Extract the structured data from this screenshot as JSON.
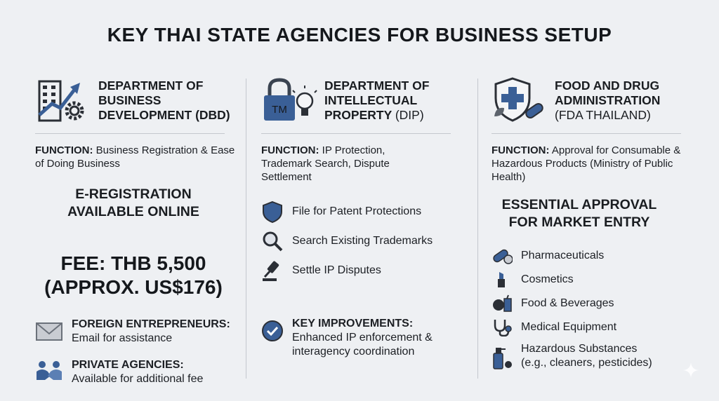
{
  "title": "KEY THAI STATE AGENCIES FOR BUSINESS SETUP",
  "dbd": {
    "name_line1": "DEPARTMENT OF",
    "name_line2": "BUSINESS",
    "name_line3": "DEVELOPMENT (DBD)",
    "function_label": "FUNCTION:",
    "function_text": "Business Registration & Ease of Doing Business",
    "eregistration_line1": "E-REGISTRATION",
    "eregistration_line2": "AVAILABLE ONLINE",
    "fee_line1": "FEE: THB 5,500",
    "fee_line2": "(APPROX. US$176)",
    "foreign_label": "FOREIGN ENTREPRENEURS:",
    "foreign_text": "Email for assistance",
    "private_label": "PRIVATE AGENCIES:",
    "private_text": "Available for additional fee"
  },
  "dip": {
    "name_line1": "DEPARTMENT OF",
    "name_line2": "INTELLECTUAL",
    "name_line3": "PROPERTY",
    "name_abbr": "(DIP)",
    "icon_text": "TM",
    "function_label": "FUNCTION:",
    "function_text": "IP Protection, Trademark Search, Dispute Settlement",
    "items": [
      {
        "icon": "shield-icon",
        "label": "File for Patent Protections"
      },
      {
        "icon": "magnifier-icon",
        "label": "Search Existing Trademarks"
      },
      {
        "icon": "gavel-icon",
        "label": "Settle IP Disputes"
      }
    ],
    "improvements_label": "KEY IMPROVEMENTS:",
    "improvements_text": "Enhanced IP enforcement & interagency coordination"
  },
  "fda": {
    "name_line1": "FOOD AND DRUG",
    "name_line2": "ADMINISTRATION",
    "name_line3": "(FDA THAILAND)",
    "function_label": "FUNCTION:",
    "function_text": "Approval for Consumable & Hazardous Products (Ministry of Public Health)",
    "approval_line1": "ESSENTIAL APPROVAL",
    "approval_line2": "FOR MARKET ENTRY",
    "items": [
      {
        "icon": "pill-icon",
        "label": "Pharmaceuticals"
      },
      {
        "icon": "lipstick-icon",
        "label": "Cosmetics"
      },
      {
        "icon": "food-icon",
        "label": "Food & Beverages"
      },
      {
        "icon": "stethoscope-icon",
        "label": "Medical Equipment"
      },
      {
        "icon": "spray-bottle-icon",
        "label": "Hazardous Substances",
        "sub": "(e.g., cleaners, pesticides)"
      }
    ]
  },
  "colors": {
    "accent": "#3a5f96",
    "dark": "#2b2f36",
    "gray": "#8a9099"
  }
}
